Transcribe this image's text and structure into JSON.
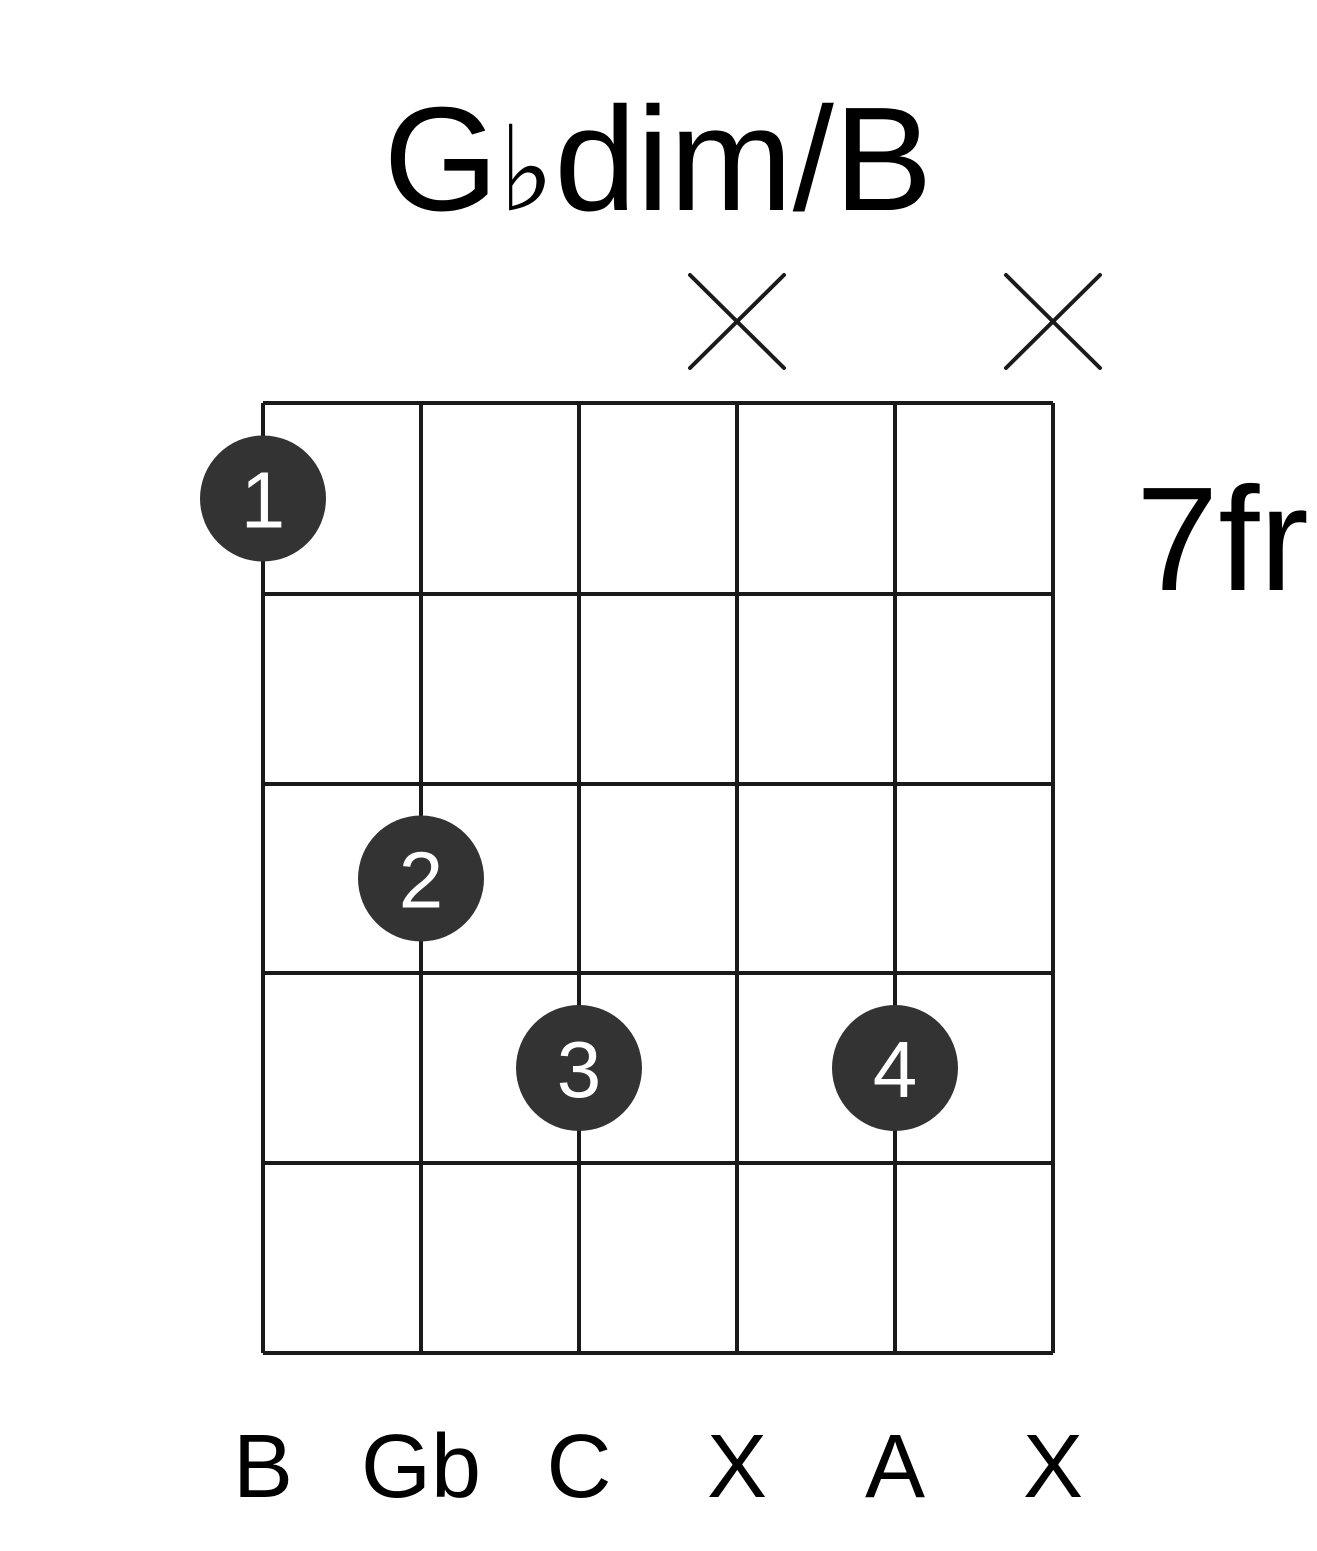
{
  "chord": {
    "root": "G",
    "accidental": "♭",
    "quality": "dim/B"
  },
  "start_fret": {
    "label": "7fr"
  },
  "strings": [
    {
      "label": "B",
      "muted": false
    },
    {
      "label": "Gb",
      "muted": false
    },
    {
      "label": "C",
      "muted": false
    },
    {
      "label": "X",
      "muted": true
    },
    {
      "label": "A",
      "muted": false
    },
    {
      "label": "X",
      "muted": true
    }
  ],
  "fingers": [
    {
      "number": "1",
      "string": 0,
      "fret": 1
    },
    {
      "number": "2",
      "string": 1,
      "fret": 3
    },
    {
      "number": "3",
      "string": 2,
      "fret": 4
    },
    {
      "number": "4",
      "string": 4,
      "fret": 4
    }
  ],
  "num_frets": 5,
  "colors": {
    "dot": "#333333",
    "line": "#1a1a1a",
    "text": "#000000",
    "finger_text": "#ffffff"
  }
}
